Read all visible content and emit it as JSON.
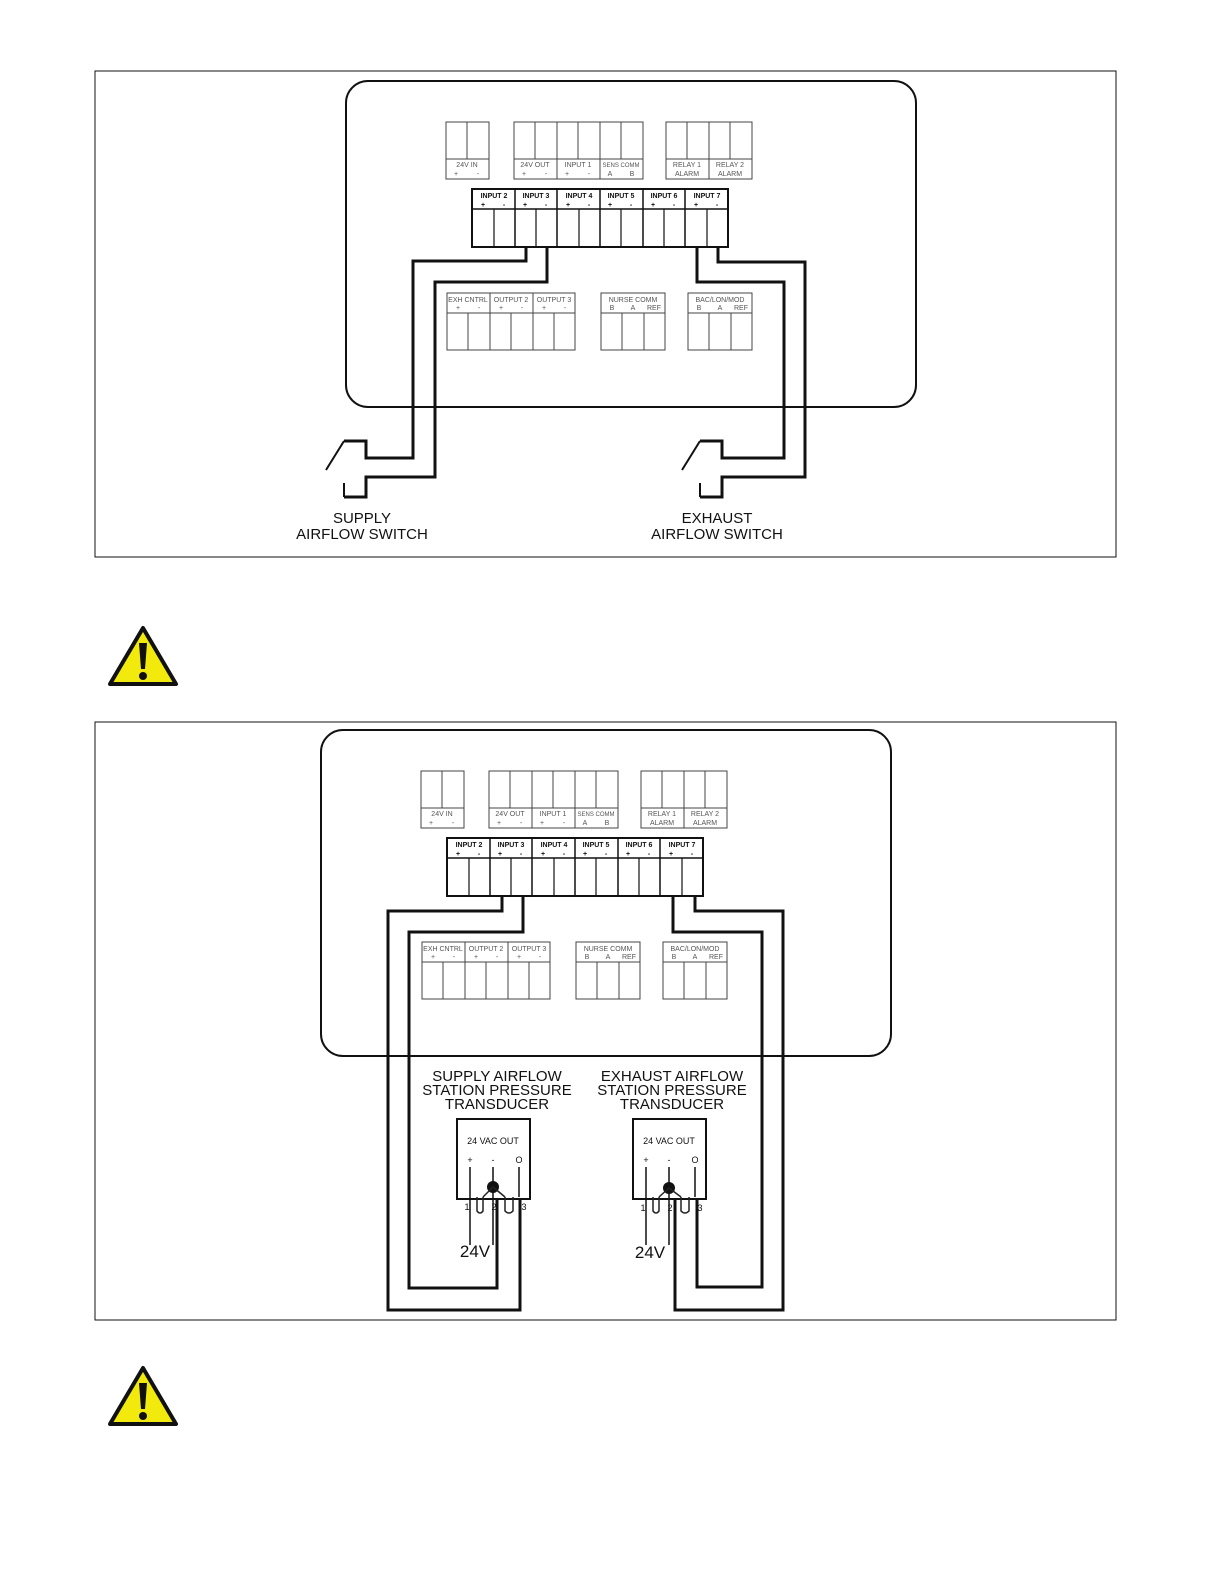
{
  "top_strip": {
    "terminals": [
      "24V IN",
      "24V OUT",
      "INPUT 1",
      "SENS COMM",
      "RELAY 1",
      "RELAY 2"
    ],
    "relay_sub": [
      "ALARM",
      "ALARM"
    ],
    "pol_plus": "+",
    "pol_minus": "-",
    "sens_a": "A",
    "sens_b": "B"
  },
  "input_strip": {
    "labels": [
      "INPUT 2",
      "INPUT 3",
      "INPUT 4",
      "INPUT 5",
      "INPUT 6",
      "INPUT 7"
    ]
  },
  "bottom_strip": {
    "outputs": [
      "EXH CNTRL",
      "OUTPUT 2",
      "OUTPUT 3"
    ],
    "nurse": "NURSE COMM",
    "bac": "BAC/LON/MOD",
    "pins": [
      "B",
      "A",
      "REF"
    ]
  },
  "diagram1": {
    "supply_label": [
      "SUPPLY",
      "AIRFLOW SWITCH"
    ],
    "exhaust_label": [
      "EXHAUST",
      "AIRFLOW SWITCH"
    ]
  },
  "diagram2": {
    "supply_label": [
      "SUPPLY AIRFLOW",
      "STATION PRESSURE",
      "TRANSDUCER"
    ],
    "exhaust_label": [
      "EXHAUST AIRFLOW",
      "STATION PRESSURE",
      "TRANSDUCER"
    ],
    "transducer_title": "24 VAC OUT",
    "t_plus": "+",
    "t_minus": "-",
    "t_out": "O",
    "pin_nums": [
      "1",
      "2",
      "3"
    ],
    "voltage": "24V"
  },
  "colors": {
    "warning_yellow": "#f2ea0c",
    "line": "#111111"
  },
  "icons": [
    "warning-icon",
    "warning-icon"
  ]
}
